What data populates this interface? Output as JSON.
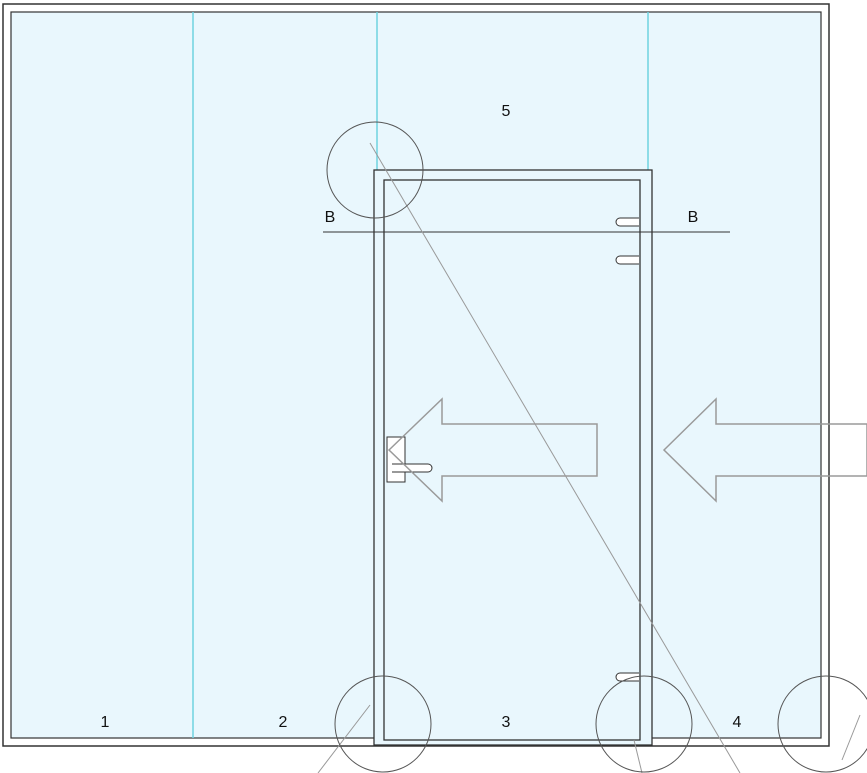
{
  "panels": {
    "p1": "1",
    "p2": "2",
    "p3": "3",
    "p4": "4",
    "p5": "5"
  },
  "section_marks": {
    "left": "B",
    "right": "B"
  },
  "colors": {
    "glass_fill": "#e9f7fd",
    "glass_joint": "#6fd3e0",
    "frame_stroke": "#333333",
    "arrow_stroke": "#9a9a9a",
    "detail_circle": "#555555",
    "construction_line": "#999999"
  }
}
